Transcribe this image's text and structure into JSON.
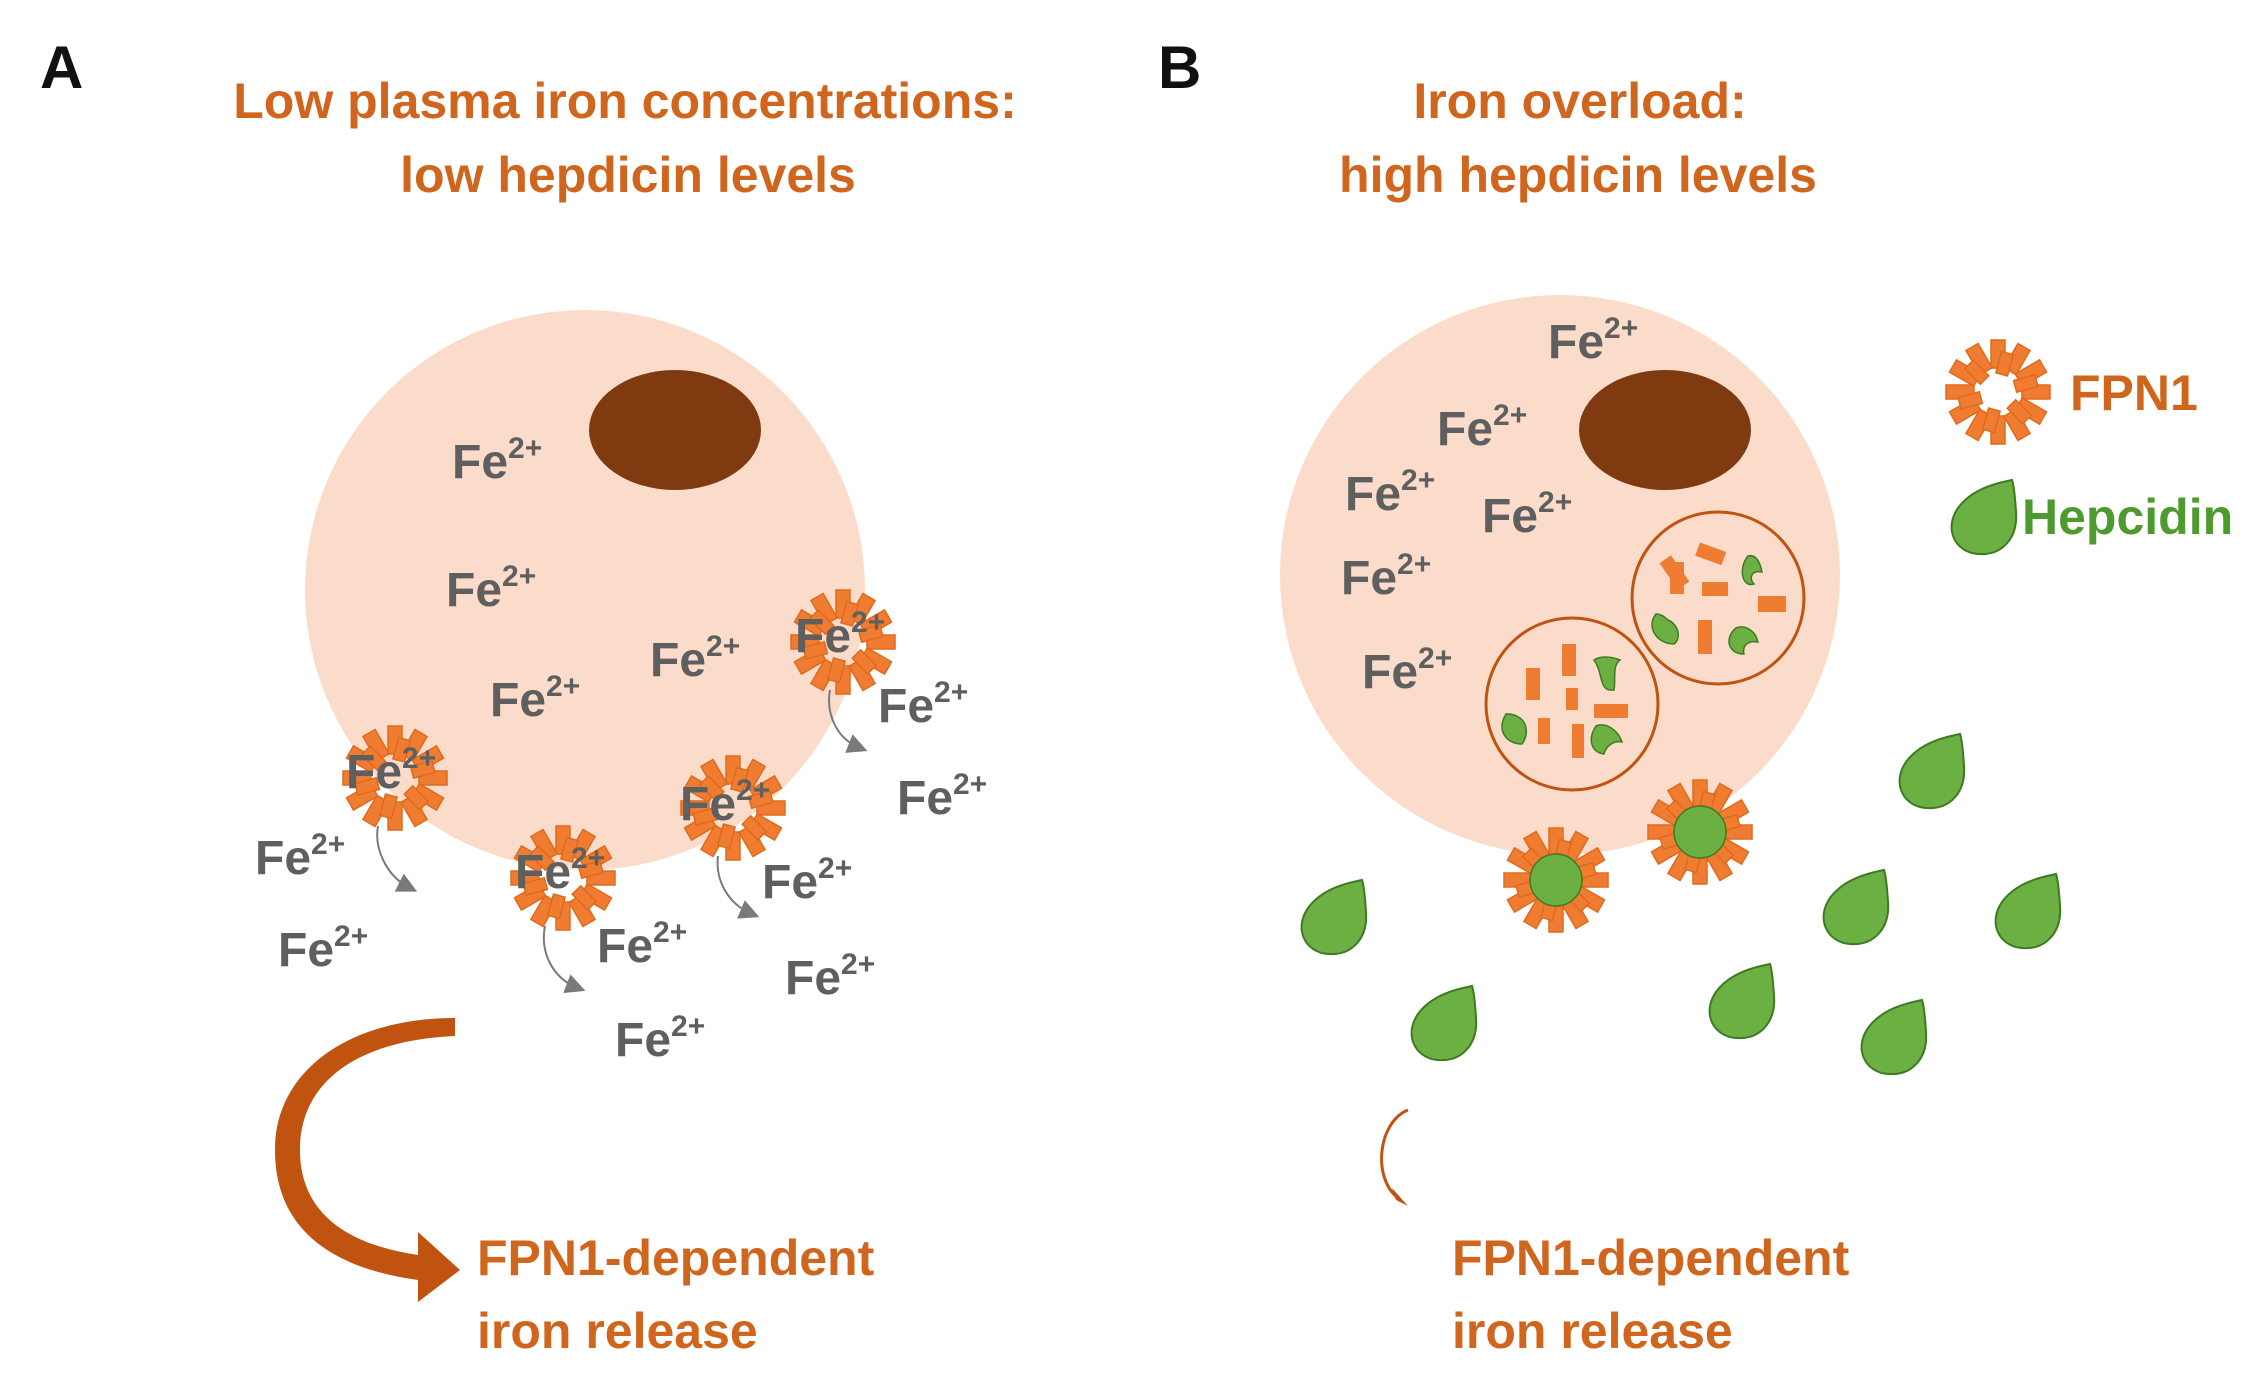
{
  "colors": {
    "cell": "#FBDCCB",
    "nucleus": "#7F3A10",
    "fpn": "#F07C32",
    "fpn_stroke": "#E06A1C",
    "hepcidin": "#6CB044",
    "hepcidin_stroke": "#3E7A22",
    "title_text": "#D0661E",
    "arrow": "#C0530F",
    "fe_text": "#5f5f5f",
    "vesicle_ring": "#C0530F"
  },
  "panel_a": {
    "letter": "A",
    "title_line1": "Low plasma iron concentrations:",
    "title_line2": "low hepdicin levels",
    "caption_line1": "FPN1-dependent",
    "caption_line2": "iron release",
    "fe_label": "Fe",
    "fe_charge": "2+",
    "icons": [
      "cell",
      "nucleus-icon",
      "fpn1-channel-icon",
      "iron-efflux-arrow",
      "large-curved-arrow-icon"
    ]
  },
  "panel_b": {
    "letter": "B",
    "title_line1": "Iron overload:",
    "title_line2": "high hepdicin levels",
    "caption_line1": "FPN1-dependent",
    "caption_line2": "iron release",
    "fe_label": "Fe",
    "fe_charge": "2+",
    "icons": [
      "cell",
      "nucleus-icon",
      "hepcidin-bound-fpn1-icon",
      "lysosome-vesicle-icon",
      "hepcidin-droplet-icon",
      "small-curved-arrow-icon"
    ]
  },
  "legend": {
    "fpn_label": "FPN1",
    "hepcidin_label": "Hepcidin"
  }
}
